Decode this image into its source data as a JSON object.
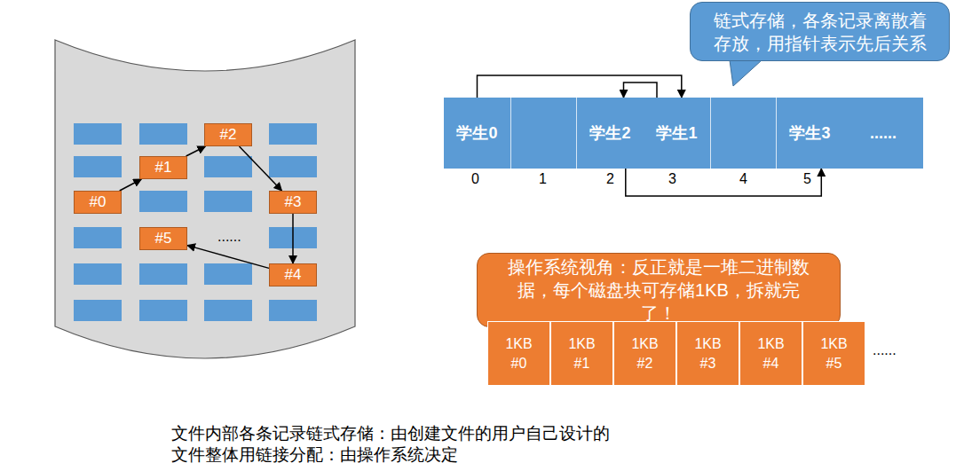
{
  "diagram": {
    "nodes": [
      {
        "text": [
          "#0"
        ]
      },
      {
        "text": [
          "#1"
        ]
      },
      {
        "text": [
          "#2"
        ]
      },
      {
        "text": [
          "#3"
        ]
      },
      {
        "text": [
          "#4"
        ]
      },
      {
        "text": [
          "#5"
        ]
      },
      {
        "text": [
          "链式存储，各条记录离散着存放，用指针表示先后关系"
        ]
      },
      {
        "text": [
          "学生0"
        ]
      },
      {
        "text": [
          "学生2"
        ]
      },
      {
        "text": [
          "学生1"
        ]
      },
      {
        "text": [
          "学生3"
        ]
      },
      {
        "text": [
          "......"
        ]
      },
      {
        "text": [
          "操作系统视角：反正就是一堆二进制数据，每个磁盘块可存储1KB，拆就完了！"
        ]
      },
      {
        "text": [
          "1KB #0"
        ]
      },
      {
        "text": [
          "1KB #1"
        ]
      },
      {
        "text": [
          "1KB #2"
        ]
      },
      {
        "text": [
          "1KB #3"
        ]
      },
      {
        "text": [
          "1KB #4"
        ]
      },
      {
        "text": [
          "1KB #5"
        ]
      }
    ],
    "edges": [
      {
        "from": 0,
        "to": 1,
        "arrow": "to"
      },
      {
        "from": 1,
        "to": 2,
        "arrow": "to"
      },
      {
        "from": 2,
        "to": 3,
        "arrow": "to"
      },
      {
        "from": 3,
        "to": 4,
        "arrow": "to"
      },
      {
        "from": 4,
        "to": 5,
        "arrow": "to"
      },
      {
        "from": 7,
        "to": 9,
        "arrow": "to"
      },
      {
        "from": 9,
        "to": 8,
        "arrow": "to"
      },
      {
        "from": 8,
        "to": 10,
        "arrow": "to"
      }
    ],
    "labels": [
      "......",
      "0",
      "1",
      "2",
      "3",
      "4",
      "5",
      "......",
      "文件内部各条记录链式存储：由创建文件的用户自己设计的",
      "文件整体用链接分配：由操作系统决定"
    ]
  }
}
